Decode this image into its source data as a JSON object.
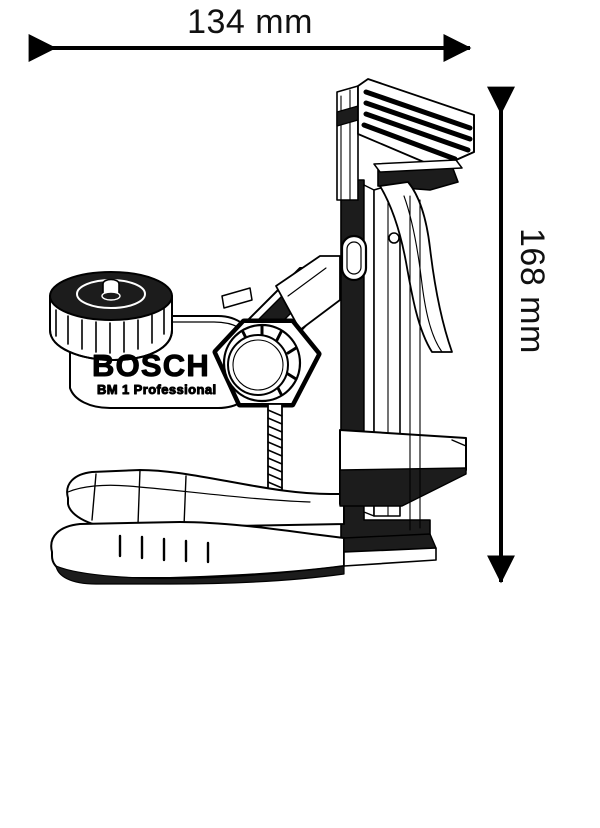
{
  "document": {
    "type": "technical-dimension-drawing",
    "subject": "Bosch BM 1 Professional universal mount",
    "background_color": "#ffffff",
    "line_color": "#000000",
    "fill_dark": "#1a1a1a",
    "fill_light": "#ffffff"
  },
  "dimensions": {
    "width": {
      "value": "134 mm",
      "orientation": "horizontal",
      "arrow_style": "double-headed"
    },
    "height": {
      "value": "168 mm",
      "orientation": "vertical-rotated-90",
      "arrow_style": "double-headed"
    }
  },
  "product": {
    "brand": "BOSCH",
    "model": "BM 1 Professional"
  },
  "parts": {
    "rotating_dial": "knurled-rotation-dial",
    "hex_housing": "hexagonal-pivot-housing",
    "adjust_knob": "adjustment-knob",
    "clamp_jaw": "ribbed-clamp-jaw",
    "clamp_lever": "clamp-release-lever",
    "vertical_rail": "vertical-guide-rail",
    "threaded_rod": "threaded-adjustment-rod",
    "base_foot": "base-foot",
    "rear_brace": "rear-support-brace"
  }
}
